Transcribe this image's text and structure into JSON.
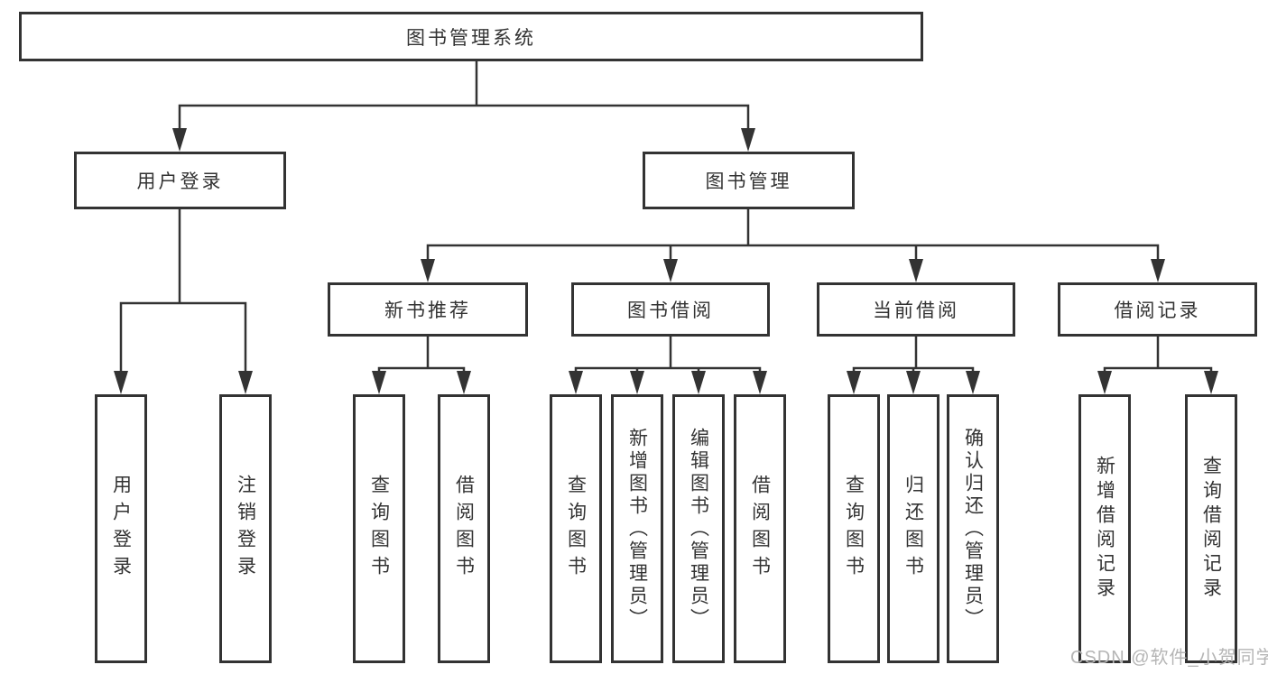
{
  "diagram": {
    "type": "hierarchy-structure-chart",
    "colors": {
      "line": "#333333",
      "box_border": "#333333",
      "box_background": "#ffffff",
      "text": "#333333",
      "watermark": "#b5b5b5"
    },
    "nodes": {
      "root": {
        "label": "图书管理系统"
      },
      "user_login": {
        "label": "用户登录"
      },
      "book_mgmt": {
        "label": "图书管理"
      },
      "new_book": {
        "label": "新书推荐"
      },
      "book_borrow": {
        "label": "图书借阅"
      },
      "current_borrow": {
        "label": "当前借阅"
      },
      "borrow_records": {
        "label": "借阅记录"
      },
      "login": {
        "label": "用户登录"
      },
      "logout": {
        "label": "注销登录"
      },
      "nb_query": {
        "label": "查询图书"
      },
      "nb_borrow": {
        "label": "借阅图书"
      },
      "bb_query": {
        "label": "查询图书"
      },
      "bb_add": {
        "label": "新增图书（管理员）"
      },
      "bb_edit": {
        "label": "编辑图书（管理员）"
      },
      "bb_borrow": {
        "label": "借阅图书"
      },
      "cb_query": {
        "label": "查询图书"
      },
      "cb_return": {
        "label": "归还图书"
      },
      "cb_confirm": {
        "label": "确认归还（管理员）"
      },
      "br_add": {
        "label": "新增借阅记录"
      },
      "br_query": {
        "label": "查询借阅记录"
      }
    },
    "edges": [
      [
        "root",
        "user_login"
      ],
      [
        "root",
        "book_mgmt"
      ],
      [
        "user_login",
        "login"
      ],
      [
        "user_login",
        "logout"
      ],
      [
        "book_mgmt",
        "new_book"
      ],
      [
        "book_mgmt",
        "book_borrow"
      ],
      [
        "book_mgmt",
        "current_borrow"
      ],
      [
        "book_mgmt",
        "borrow_records"
      ],
      [
        "new_book",
        "nb_query"
      ],
      [
        "new_book",
        "nb_borrow"
      ],
      [
        "book_borrow",
        "bb_query"
      ],
      [
        "book_borrow",
        "bb_add"
      ],
      [
        "book_borrow",
        "bb_edit"
      ],
      [
        "book_borrow",
        "bb_borrow"
      ],
      [
        "current_borrow",
        "cb_query"
      ],
      [
        "current_borrow",
        "cb_return"
      ],
      [
        "current_borrow",
        "cb_confirm"
      ],
      [
        "borrow_records",
        "br_add"
      ],
      [
        "borrow_records",
        "br_query"
      ]
    ],
    "watermark": "CSDN @软件_小贺同学"
  }
}
